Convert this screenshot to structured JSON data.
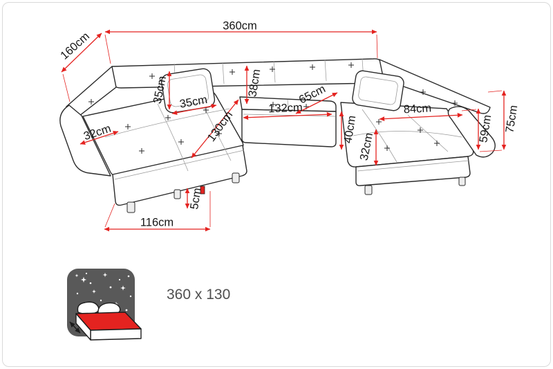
{
  "theme": {
    "accent": "#e42320",
    "ink": "#161616",
    "outline": "#2b2b2b",
    "seam": "#9a9a9a",
    "border": "#d9d9d9",
    "panel": "#595959",
    "muted": "#4f4f4f",
    "background": "#ffffff"
  },
  "diagram": {
    "dimensions": {
      "total_width": "360cm",
      "total_depth": "160cm",
      "left_armrest_width": "32cm",
      "pillow_height": "35cm",
      "pillow_width": "35cm",
      "backrest_height": "38cm",
      "seat_depth": "65cm",
      "middle_seat_width": "132cm",
      "left_chaise_length": "130cm",
      "seat_front_height": "40cm",
      "right_armrest_width": "32cm",
      "right_seat_width": "84cm",
      "right_back_height": "59cm",
      "total_height": "75cm",
      "leg_height": "5cm",
      "left_front_width": "116cm"
    }
  },
  "legend": {
    "sleeping_area_label": "360 x 130",
    "mattress_color": "#e42320"
  }
}
